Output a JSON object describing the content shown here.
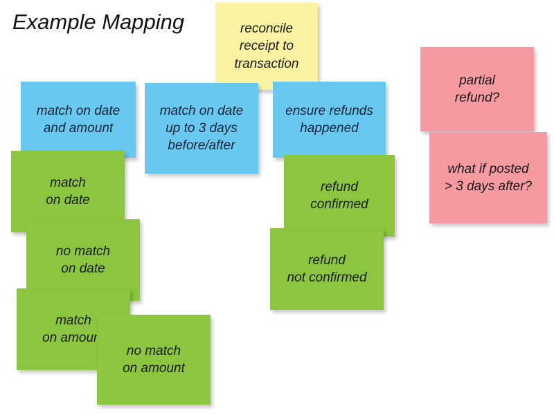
{
  "board": {
    "title": "Example Mapping",
    "background": "#ffffff",
    "colors": {
      "story": "#fbf3a2",
      "rule": "#68c8ef",
      "example": "#8cc63e",
      "question": "#f69aa2",
      "text": "#1a1a1a"
    }
  },
  "notes": [
    {
      "id": "story-reconcile",
      "kind": "story",
      "text": "reconcile\nreceipt to\ntransaction"
    },
    {
      "id": "rule-match-date-amount",
      "kind": "rule",
      "text": "match on date\nand amount"
    },
    {
      "id": "rule-match-date-3-days",
      "kind": "rule",
      "text": "match on date\nup to 3 days\nbefore/after"
    },
    {
      "id": "rule-ensure-refunds",
      "kind": "rule",
      "text": "ensure refunds\nhappened"
    },
    {
      "id": "example-match-on-date",
      "kind": "example",
      "text": "match\non date"
    },
    {
      "id": "example-no-match-on-date",
      "kind": "example",
      "text": "no match\non date"
    },
    {
      "id": "example-match-on-amount",
      "kind": "example",
      "text": "match\non amount"
    },
    {
      "id": "example-no-match-on-amount",
      "kind": "example",
      "text": "no match\non amount"
    },
    {
      "id": "example-refund-confirmed",
      "kind": "example",
      "text": "refund\nconfirmed"
    },
    {
      "id": "example-refund-not-confirmed",
      "kind": "example",
      "text": "refund\nnot confirmed"
    },
    {
      "id": "question-partial-refund",
      "kind": "question",
      "text": "partial\nrefund?"
    },
    {
      "id": "question-posted-after-3-days",
      "kind": "question",
      "text": "what if posted\n> 3 days after?"
    }
  ]
}
